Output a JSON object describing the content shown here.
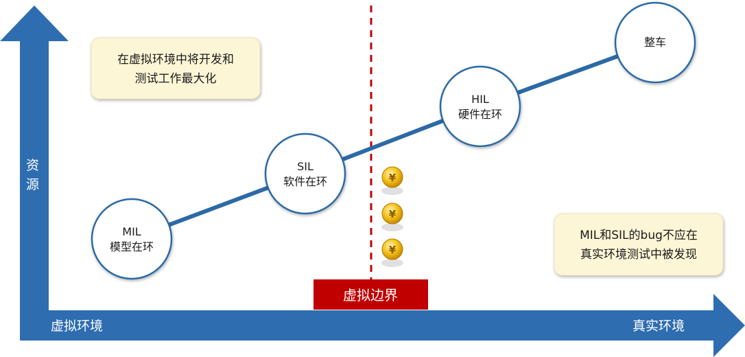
{
  "y_axis": {
    "label": "资源",
    "chars": [
      "资",
      "源"
    ]
  },
  "x_axis": {
    "left_label": "虚拟环境",
    "right_label": "真实环境"
  },
  "boundary": {
    "label": "虚拟边界",
    "color": "#c00000"
  },
  "nodes": [
    {
      "id": "mil",
      "line1": "MIL",
      "line2": "模型在环"
    },
    {
      "id": "sil",
      "line1": "SIL",
      "line2": "软件在环"
    },
    {
      "id": "hil",
      "line1": "HIL",
      "line2": "硬件在环"
    },
    {
      "id": "vehicle",
      "line1": "整车",
      "line2": ""
    }
  ],
  "notes": {
    "top_left": {
      "line1": "在虚拟环境中将开发和",
      "line2": "测试工作最大化"
    },
    "bottom_right": {
      "line1": "MIL和SIL的bug不应在",
      "line2": "真实环境测试中被发现"
    }
  },
  "coins": {
    "count": 3,
    "symbol": "¥",
    "color": "#f2b705"
  },
  "colors": {
    "axis": "#2e6db0",
    "trend_line": "#2c6aa6",
    "note_fill": "#fdf6d6"
  }
}
